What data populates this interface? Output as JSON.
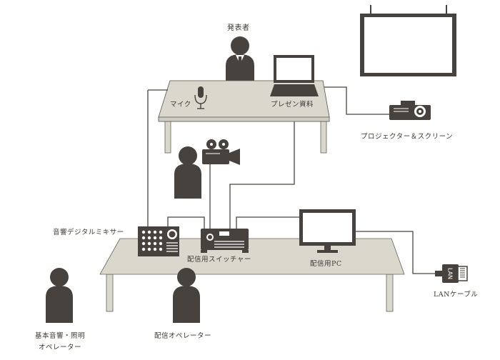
{
  "labels": {
    "presenter": "発表者",
    "mic": "マイク",
    "presentation": "プレゼン資料",
    "projector": "プロジェクター＆スクリーン",
    "mixer": "音響デジタルミキサー",
    "switcher": "配信用スイッチャー",
    "pc": "配信用PC",
    "lan": "LANケーブル",
    "lan_plug": "LAN",
    "sound_light_line1": "基本音響・照明",
    "sound_light_line2": "オペレーター",
    "stream_operator": "配信オペレーター"
  },
  "colors": {
    "figure": "#47423d",
    "table_top": "#dad7cd",
    "table_edge": "#66615a",
    "line": "#4a4540",
    "background": "#ffffff"
  }
}
